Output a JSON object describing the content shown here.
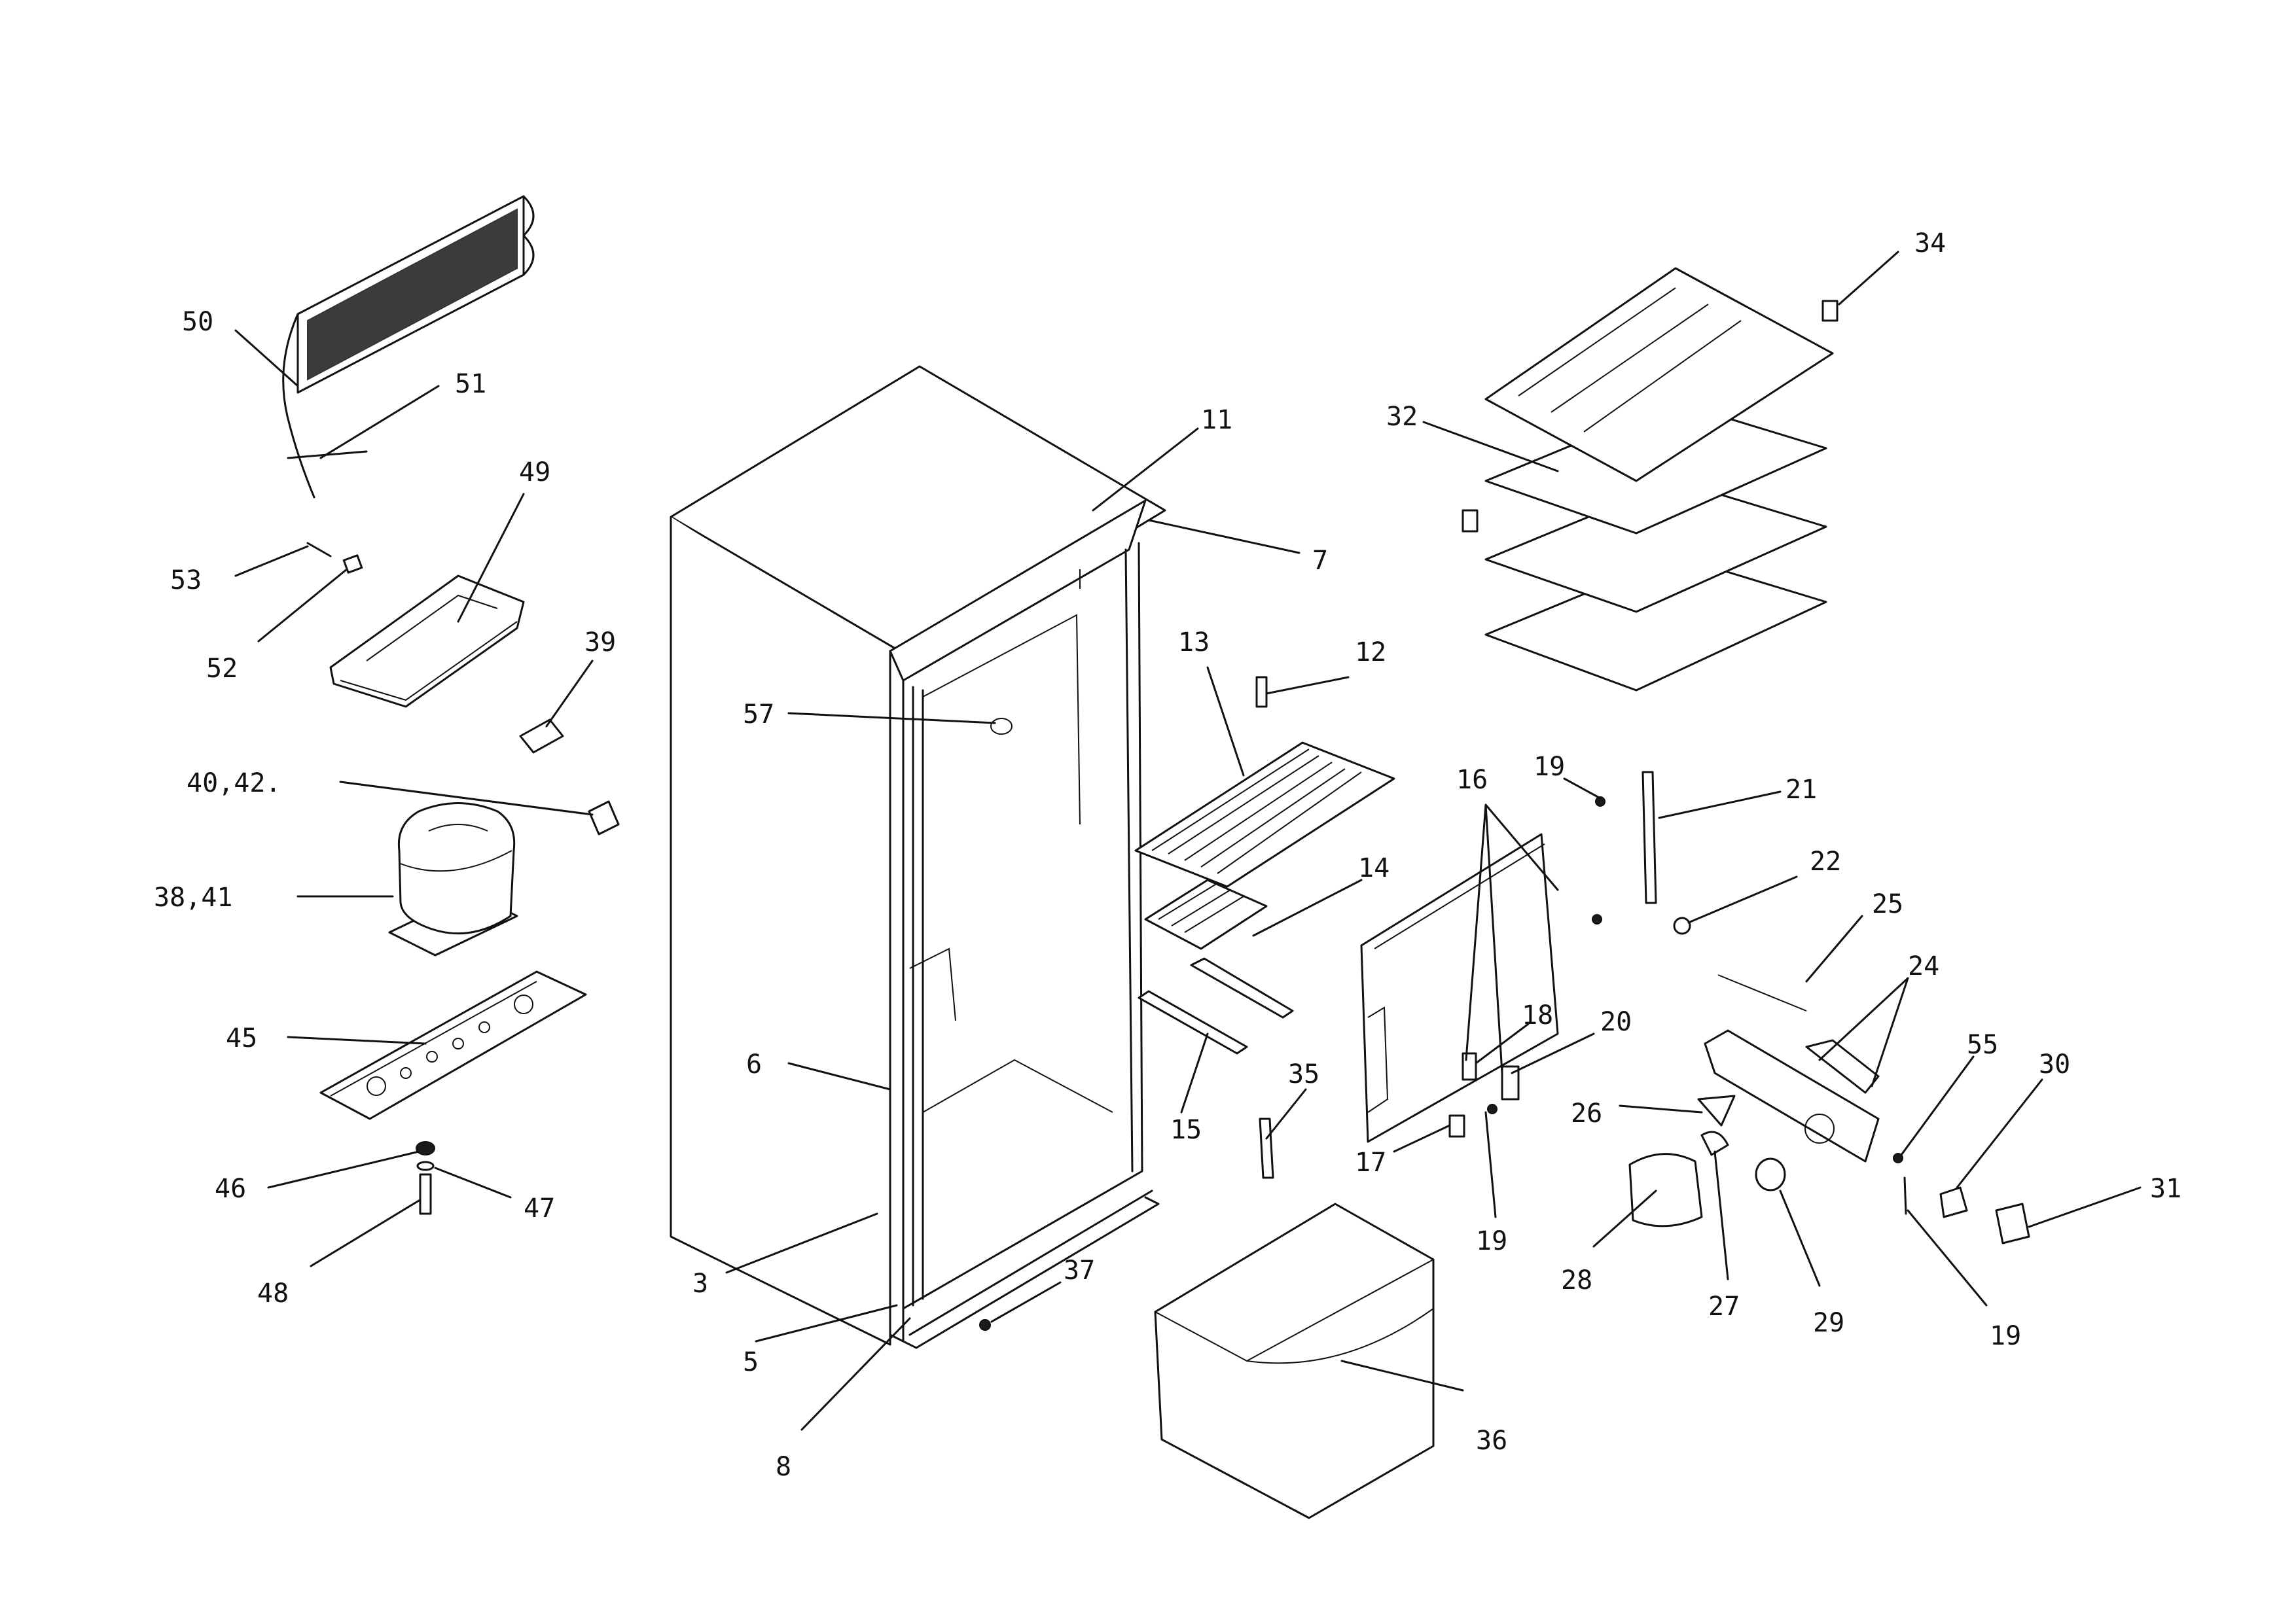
{
  "diagram": {
    "callouts": [
      {
        "id": "50",
        "text": "50"
      },
      {
        "id": "51",
        "text": "51"
      },
      {
        "id": "49",
        "text": "49"
      },
      {
        "id": "53",
        "text": "53"
      },
      {
        "id": "52",
        "text": "52"
      },
      {
        "id": "39",
        "text": "39"
      },
      {
        "id": "40-42",
        "text": "40,42."
      },
      {
        "id": "38-41",
        "text": "38,41"
      },
      {
        "id": "45",
        "text": "45"
      },
      {
        "id": "46",
        "text": "46"
      },
      {
        "id": "47",
        "text": "47"
      },
      {
        "id": "48",
        "text": "48"
      },
      {
        "id": "11",
        "text": "11"
      },
      {
        "id": "7",
        "text": "7"
      },
      {
        "id": "57",
        "text": "57"
      },
      {
        "id": "6",
        "text": "6"
      },
      {
        "id": "3",
        "text": "3"
      },
      {
        "id": "5",
        "text": "5"
      },
      {
        "id": "8",
        "text": "8"
      },
      {
        "id": "37",
        "text": "37"
      },
      {
        "id": "13",
        "text": "13"
      },
      {
        "id": "12",
        "text": "12"
      },
      {
        "id": "14",
        "text": "14"
      },
      {
        "id": "15",
        "text": "15"
      },
      {
        "id": "35",
        "text": "35"
      },
      {
        "id": "36",
        "text": "36"
      },
      {
        "id": "34",
        "text": "34"
      },
      {
        "id": "32",
        "text": "32"
      },
      {
        "id": "16",
        "text": "16"
      },
      {
        "id": "19a",
        "text": "19"
      },
      {
        "id": "21",
        "text": "21"
      },
      {
        "id": "22",
        "text": "22"
      },
      {
        "id": "25",
        "text": "25"
      },
      {
        "id": "24",
        "text": "24"
      },
      {
        "id": "18",
        "text": "18"
      },
      {
        "id": "20",
        "text": "20"
      },
      {
        "id": "26",
        "text": "26"
      },
      {
        "id": "55",
        "text": "55"
      },
      {
        "id": "30",
        "text": "30"
      },
      {
        "id": "17",
        "text": "17"
      },
      {
        "id": "19b",
        "text": "19"
      },
      {
        "id": "31",
        "text": "31"
      },
      {
        "id": "28",
        "text": "28"
      },
      {
        "id": "27",
        "text": "27"
      },
      {
        "id": "29",
        "text": "29"
      },
      {
        "id": "19c",
        "text": "19"
      }
    ]
  }
}
